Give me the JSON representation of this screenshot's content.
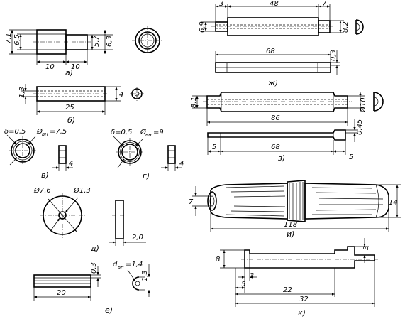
{
  "parts": {
    "a": {
      "caption": "а)",
      "dims": [
        "7,1",
        "6,5",
        "10",
        "10",
        "5,7",
        "6,3"
      ]
    },
    "b": {
      "caption": "б)",
      "dims": [
        "1,3",
        "25",
        "4"
      ]
    },
    "v": {
      "caption": "в)",
      "dims": [
        "δ=0,5",
        "Ø",
        "вн",
        "=7,5",
        "4"
      ]
    },
    "g": {
      "caption": "г)",
      "dims": [
        "δ=0,5",
        "Ø",
        "вн",
        "=9",
        "4"
      ]
    },
    "d": {
      "caption": "д)",
      "dims": [
        "Ø7,6",
        "Ø1,3",
        "2,0"
      ]
    },
    "e": {
      "caption": "е)",
      "dims": [
        "0,3",
        "20",
        "d",
        "вн",
        "=1,4",
        "1,3"
      ]
    },
    "zh": {
      "caption": "ж)",
      "dims": [
        "3",
        "48",
        "7",
        "6,9",
        "8,2",
        "68",
        "0,3"
      ]
    },
    "z": {
      "caption": "з)",
      "dims": [
        "8,1",
        "86",
        "Ø10",
        "0,45",
        "5",
        "68",
        "5"
      ]
    },
    "i": {
      "caption": "и)",
      "dims": [
        "7",
        "118",
        "14"
      ]
    },
    "k": {
      "caption": "к)",
      "dims": [
        "8",
        "3",
        "3",
        "5",
        "22",
        "32"
      ]
    }
  }
}
